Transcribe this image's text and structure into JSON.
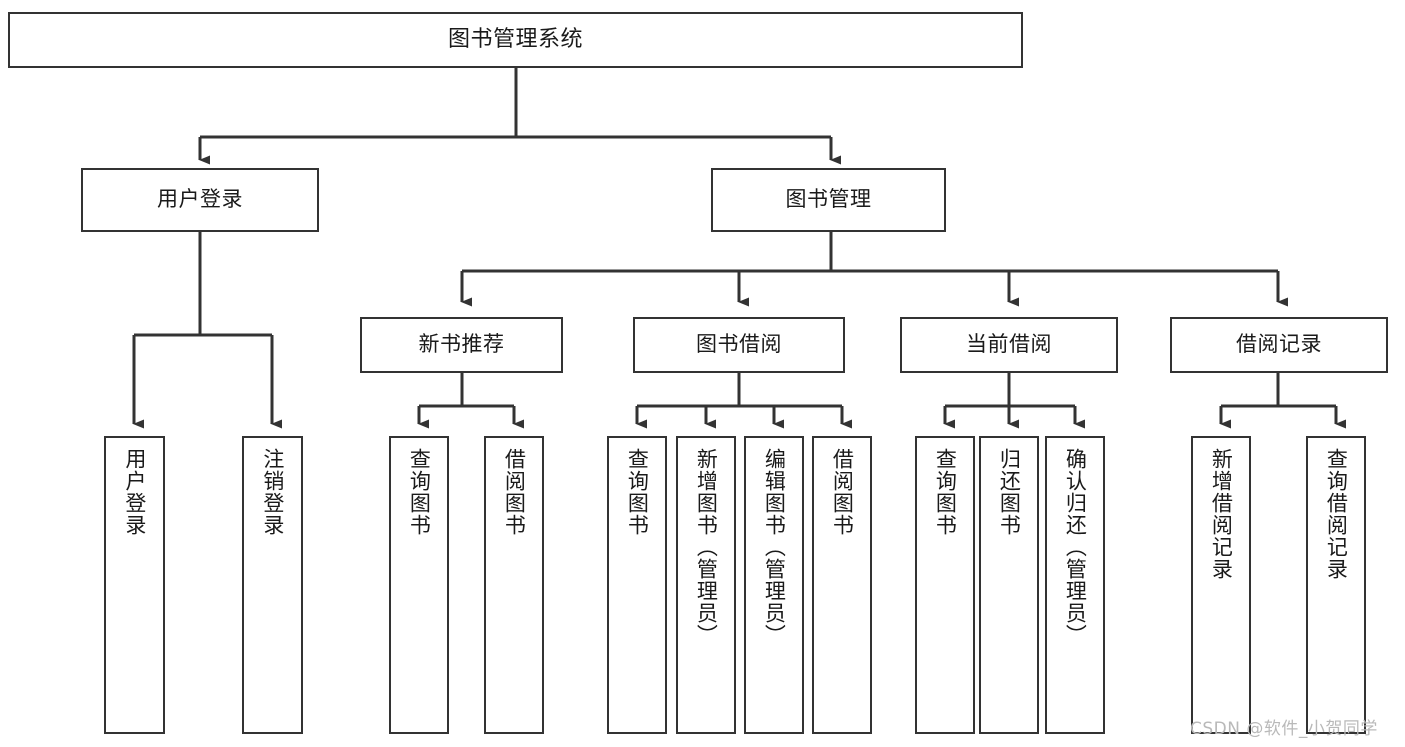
{
  "diagram": {
    "type": "tree-hierarchy",
    "title": "图书管理系统",
    "watermark": "CSDN @软件_小贺同学",
    "colors": {
      "box_border": "#333333",
      "box_fill": "#ffffff",
      "edge": "#333333",
      "text": "#1a1a1a",
      "watermark": "#b9b9b9",
      "background": "#ffffff"
    },
    "nodes": {
      "root": {
        "label": "图书管理系统",
        "level": 0
      },
      "level1": [
        {
          "id": "user-login",
          "label": "用户登录"
        },
        {
          "id": "book-manage",
          "label": "图书管理"
        }
      ],
      "level2": [
        {
          "id": "new-book-recommend",
          "label": "新书推荐",
          "parent": "book-manage"
        },
        {
          "id": "book-borrow",
          "label": "图书借阅",
          "parent": "book-manage"
        },
        {
          "id": "current-borrow",
          "label": "当前借阅",
          "parent": "book-manage"
        },
        {
          "id": "borrow-record",
          "label": "借阅记录",
          "parent": "book-manage"
        }
      ],
      "leaves": [
        {
          "id": "leaf-user-login",
          "label": "用户登录",
          "parent": "user-login"
        },
        {
          "id": "leaf-logout",
          "label": "注销登录",
          "parent": "user-login"
        },
        {
          "id": "leaf-query-book-1",
          "label": "查询图书",
          "parent": "new-book-recommend"
        },
        {
          "id": "leaf-borrow-book-1",
          "label": "借阅图书",
          "parent": "new-book-recommend"
        },
        {
          "id": "leaf-query-book-2",
          "label": "查询图书",
          "parent": "book-borrow"
        },
        {
          "id": "leaf-add-book",
          "label": "新增图书（管理员）",
          "parent": "book-borrow"
        },
        {
          "id": "leaf-edit-book",
          "label": "编辑图书（管理员）",
          "parent": "book-borrow"
        },
        {
          "id": "leaf-borrow-book-2",
          "label": "借阅图书",
          "parent": "book-borrow"
        },
        {
          "id": "leaf-query-book-3",
          "label": "查询图书",
          "parent": "current-borrow"
        },
        {
          "id": "leaf-return-book",
          "label": "归还图书",
          "parent": "current-borrow"
        },
        {
          "id": "leaf-confirm-return",
          "label": "确认归还（管理员）",
          "parent": "current-borrow"
        },
        {
          "id": "leaf-add-record",
          "label": "新增借阅记录",
          "parent": "borrow-record"
        },
        {
          "id": "leaf-query-record",
          "label": "查询借阅记录",
          "parent": "borrow-record"
        }
      ]
    }
  }
}
